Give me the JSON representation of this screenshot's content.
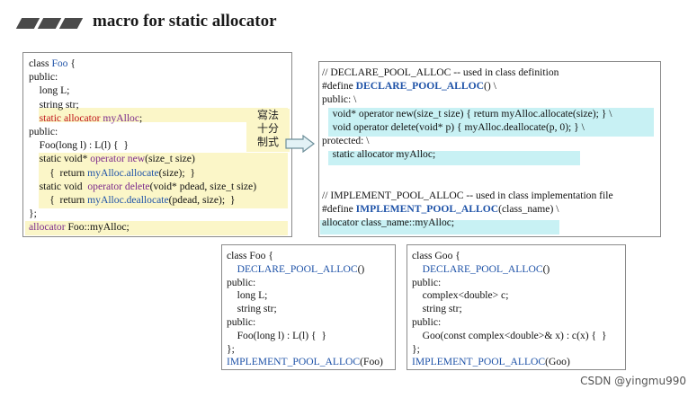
{
  "header": {
    "title": "macro for static allocator"
  },
  "left_box": {
    "lines": [
      [
        [
          "class ",
          ""
        ],
        [
          "Foo",
          "blue"
        ],
        [
          " {",
          ""
        ]
      ],
      [
        [
          "public:",
          ""
        ]
      ],
      [
        [
          "    long L;",
          ""
        ]
      ],
      [
        [
          "    string str;",
          ""
        ]
      ],
      [
        [
          "    ",
          ""
        ],
        [
          "static allocator",
          "red"
        ],
        [
          " ",
          ""
        ],
        [
          "myAlloc",
          "purple"
        ],
        [
          ";",
          ""
        ]
      ],
      [
        [
          "public:",
          ""
        ]
      ],
      [
        [
          "    Foo(long l) : L(l) {  }",
          ""
        ]
      ],
      [
        [
          "    static void* ",
          ""
        ],
        [
          "operator new",
          "purple"
        ],
        [
          "(size_t size)",
          ""
        ]
      ],
      [
        [
          "        {  return ",
          ""
        ],
        [
          "myAlloc.allocate",
          "blue"
        ],
        [
          "(size);  }",
          ""
        ]
      ],
      [
        [
          "    static void  ",
          ""
        ],
        [
          "operator delete",
          "purple"
        ],
        [
          "(void* pdead, size_t size)",
          ""
        ]
      ],
      [
        [
          "        {  return ",
          ""
        ],
        [
          "myAlloc.deallocate",
          "blue"
        ],
        [
          "(pdead, size);  }",
          ""
        ]
      ],
      [
        [
          "};",
          ""
        ]
      ],
      [
        [
          "allocator",
          "purple"
        ],
        [
          " Foo::myAlloc;",
          ""
        ]
      ]
    ],
    "note": [
      "寫法",
      "十分",
      "制式"
    ]
  },
  "right_box": {
    "lines": [
      [
        [
          "// DECLARE_POOL_ALLOC -- used in class definition",
          ""
        ]
      ],
      [
        [
          "#define ",
          ""
        ],
        [
          "DECLARE_POOL_ALLOC",
          "blueb"
        ],
        [
          "() \\",
          ""
        ]
      ],
      [
        [
          "public: \\",
          ""
        ]
      ],
      [
        [
          "    void* operator new(size_t size) { return myAlloc.allocate(size); } \\",
          ""
        ]
      ],
      [
        [
          "    void operator delete(void* p) { myAlloc.deallocate(p, 0); } \\",
          ""
        ]
      ],
      [
        [
          "protected: \\",
          ""
        ]
      ],
      [
        [
          "    static allocator myAlloc;",
          ""
        ]
      ],
      [
        [
          "",
          ""
        ]
      ],
      [
        [
          "",
          ""
        ]
      ],
      [
        [
          "// IMPLEMENT_POOL_ALLOC -- used in class implementation file",
          ""
        ]
      ],
      [
        [
          "#define ",
          ""
        ],
        [
          "IMPLEMENT_POOL_ALLOC",
          "blueb"
        ],
        [
          "(class_name) \\",
          ""
        ]
      ],
      [
        [
          "allocator class_name::myAlloc;",
          ""
        ]
      ]
    ]
  },
  "foo_box": {
    "lines": [
      [
        [
          "class Foo {",
          ""
        ]
      ],
      [
        [
          "    ",
          ""
        ],
        [
          "DECLARE_POOL_ALLOC",
          "blue"
        ],
        [
          "()",
          ""
        ]
      ],
      [
        [
          "public:",
          ""
        ]
      ],
      [
        [
          "    long L;",
          ""
        ]
      ],
      [
        [
          "    string str;",
          ""
        ]
      ],
      [
        [
          "public:",
          ""
        ]
      ],
      [
        [
          "    Foo(long l) : L(l) {  }",
          ""
        ]
      ],
      [
        [
          "};",
          ""
        ]
      ],
      [
        [
          "IMPLEMENT_POOL_ALLOC",
          "blue"
        ],
        [
          "(Foo)",
          ""
        ]
      ]
    ]
  },
  "goo_box": {
    "lines": [
      [
        [
          "class Goo {",
          ""
        ]
      ],
      [
        [
          "    ",
          ""
        ],
        [
          "DECLARE_POOL_ALLOC",
          "blue"
        ],
        [
          "()",
          ""
        ]
      ],
      [
        [
          "public:",
          ""
        ]
      ],
      [
        [
          "    complex<double> c;",
          ""
        ]
      ],
      [
        [
          "    string str;",
          ""
        ]
      ],
      [
        [
          "public:",
          ""
        ]
      ],
      [
        [
          "    Goo(const complex<double>& x) : c(x) {  }",
          ""
        ]
      ],
      [
        [
          "};",
          ""
        ]
      ],
      [
        [
          "IMPLEMENT_POOL_ALLOC",
          "blue"
        ],
        [
          "(Goo)",
          ""
        ]
      ]
    ]
  },
  "watermark": "CSDN @yingmu990"
}
